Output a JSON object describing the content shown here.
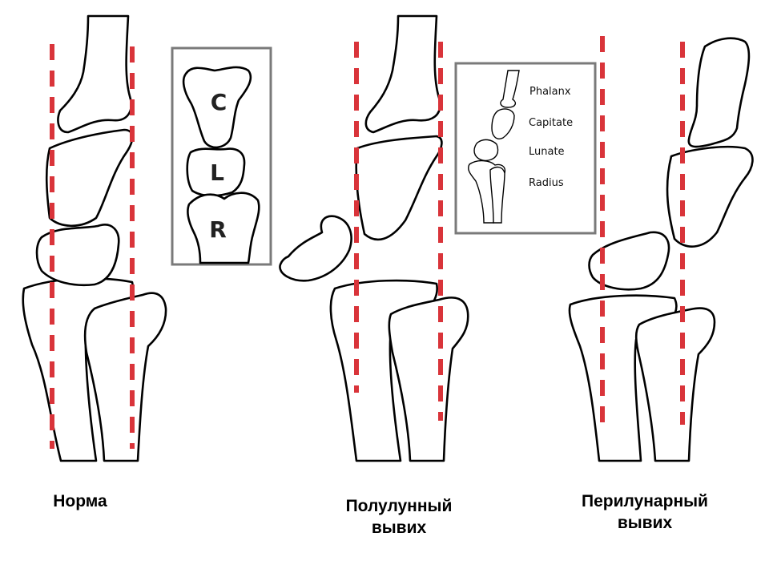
{
  "panels": [
    {
      "caption_lines": [
        "Норма"
      ]
    },
    {
      "caption_lines": [
        "Полулунный",
        "вывих"
      ]
    },
    {
      "caption_lines": [
        "Перилунарный",
        "вывих"
      ]
    }
  ],
  "inset_letters": {
    "c": "C",
    "l": "L",
    "r": "R"
  },
  "inset_labels": [
    "Phalanx",
    "Capitate",
    "Lunate",
    "Radius"
  ],
  "colors": {
    "reference_line": "#d9343a",
    "inset_border": "#7a7a7a",
    "outline": "#000000"
  }
}
